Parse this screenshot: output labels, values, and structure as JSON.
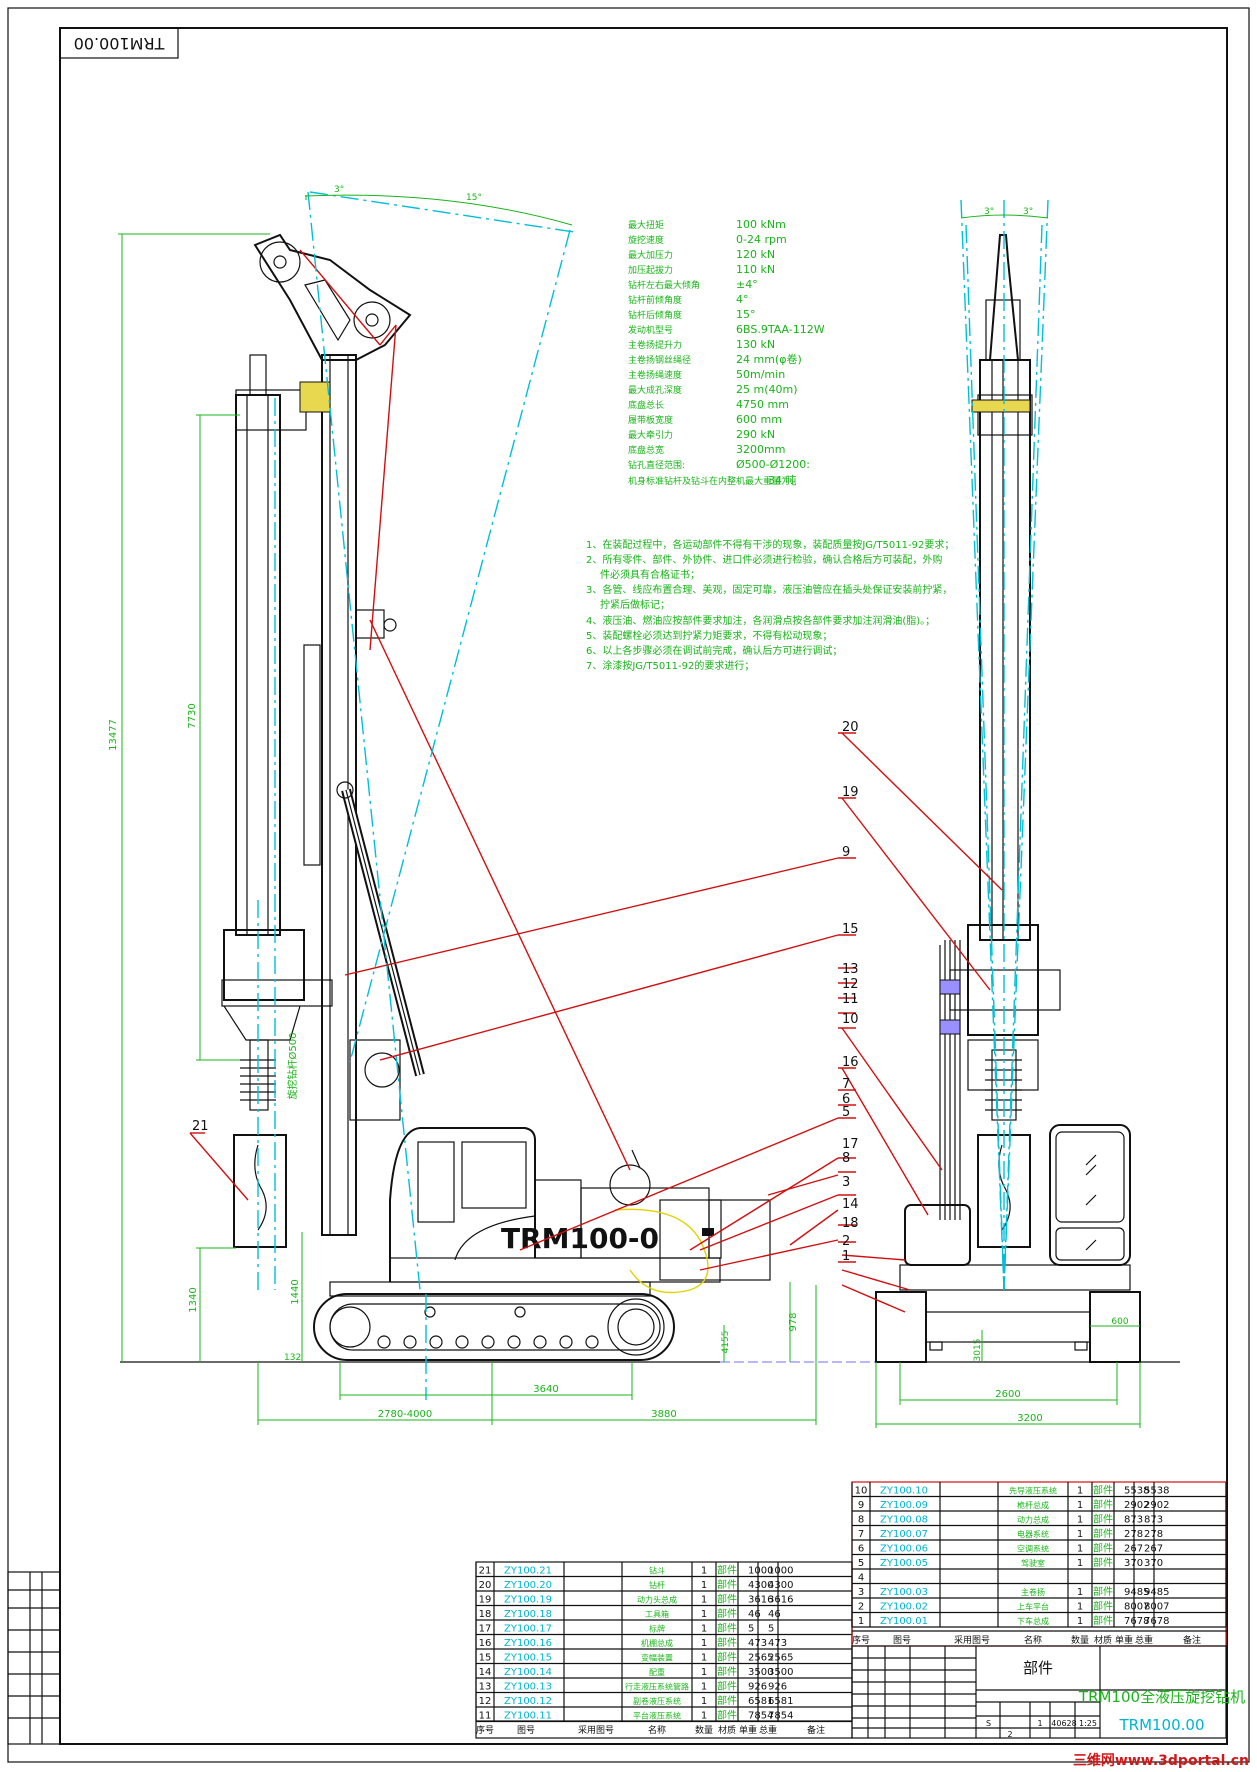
{
  "drawing_code_box": "TRM100.00",
  "specs": [
    {
      "label": "最大扭矩",
      "value": "100 kNm"
    },
    {
      "label": "旋挖速度",
      "value": "0-24 rpm"
    },
    {
      "label": "最大加压力",
      "value": "120 kN"
    },
    {
      "label": "加压起拔力",
      "value": "110 kN"
    },
    {
      "label": "钻杆左右最大倾角",
      "value": "±4°"
    },
    {
      "label": "钻杆前倾角度",
      "value": "4°"
    },
    {
      "label": "钻杆后倾角度",
      "value": "15°"
    },
    {
      "label": "发动机型号",
      "value": "6BS.9TAA-112W"
    },
    {
      "label": "主卷扬提升力",
      "value": "130 kN"
    },
    {
      "label": "主卷扬钢丝绳径",
      "value": "24 mm(φ卷)"
    },
    {
      "label": "主卷扬绳速度",
      "value": "50m/min"
    },
    {
      "label": "最大成孔深度",
      "value": "25 m(40m)"
    },
    {
      "label": "底盘总长",
      "value": "4750 mm"
    },
    {
      "label": "履带板宽度",
      "value": "600 mm"
    },
    {
      "label": "最大牵引力",
      "value": "290 kN"
    },
    {
      "label": "底盘总宽",
      "value": "3200mm"
    },
    {
      "label": "钻孔直径范围:",
      "value": "Ø500-Ø1200:"
    },
    {
      "label": "机身标准钻杆及钻斗在内整机最大重量为:",
      "value": "34 吨"
    }
  ],
  "notes": [
    "1、在装配过程中，各运动部件不得有干涉的现象，装配质量按JG/T5011-92要求；",
    "2、所有零件、部件、外协件、进口件必须进行检验，确认合格后方可装配，外购",
    "件必须具有合格证书；",
    "3、各管、线应布置合理、美观，固定可靠，液压油管应在插头处保证安装前拧紧，",
    "拧紧后做标记；",
    "4、液压油、燃油应按部件要求加注，各润滑点按各部件要求加注润滑油(脂)。；",
    "5、装配螺栓必须达到拧紧力矩要求，不得有松动现象；",
    "6、以上各步骤必须在调试前完成，确认后方可进行调试；",
    "7、涂漆按JG/T5011-92的要求进行；"
  ],
  "dimensions": {
    "overall_height": "13477",
    "mast_stroke": "7730",
    "kelly_dia": "旋挖钻杆Ø500",
    "bottom_left": "1340",
    "bottom_mid": "1440",
    "clearance": "132",
    "track_span": "3640",
    "tail_radius": "2780-4000",
    "rear_len": "3880",
    "counterweight_h": "978",
    "ground_clear": "4155",
    "track_gauge": "2600",
    "overall_width": "3200",
    "shoe_width": "600",
    "ground_clear2": "3015",
    "angle_front": "3°",
    "angle_back": "15°",
    "angle_side_l": "3°",
    "angle_side_r": "3°"
  },
  "machine_label": "TRM100-0",
  "callouts_side": [
    "9",
    "15",
    "21",
    "7",
    "6",
    "5",
    "17",
    "8",
    "3",
    "14",
    "18",
    "2",
    "1"
  ],
  "callouts_front": [
    "20",
    "19",
    "13",
    "12",
    "11",
    "10",
    "16",
    "7",
    "6",
    "5",
    "17",
    "8",
    "3",
    "14",
    "18",
    "2",
    "1"
  ],
  "bom_left": [
    {
      "no": "21",
      "code": "ZY100.21",
      "name": "钻斗",
      "qty": "1",
      "type": "部件",
      "w1": "1000",
      "w2": "1000"
    },
    {
      "no": "20",
      "code": "ZY100.20",
      "name": "钻杆",
      "qty": "1",
      "type": "部件",
      "w1": "4300",
      "w2": "4300"
    },
    {
      "no": "19",
      "code": "ZY100.19",
      "name": "动力头总成",
      "qty": "1",
      "type": "部件",
      "w1": "3616",
      "w2": "3616"
    },
    {
      "no": "18",
      "code": "ZY100.18",
      "name": "工具箱",
      "qty": "1",
      "type": "部件",
      "w1": "46",
      "w2": "46"
    },
    {
      "no": "17",
      "code": "ZY100.17",
      "name": "标牌",
      "qty": "1",
      "type": "部件",
      "w1": "5",
      "w2": "5"
    },
    {
      "no": "16",
      "code": "ZY100.16",
      "name": "机棚总成",
      "qty": "1",
      "type": "部件",
      "w1": "473",
      "w2": "473"
    },
    {
      "no": "15",
      "code": "ZY100.15",
      "name": "变幅装置",
      "qty": "1",
      "type": "部件",
      "w1": "2565",
      "w2": "2565"
    },
    {
      "no": "14",
      "code": "ZY100.14",
      "name": "配重",
      "qty": "1",
      "type": "部件",
      "w1": "3500",
      "w2": "3500"
    },
    {
      "no": "13",
      "code": "ZY100.13",
      "name": "行走液压系统管路",
      "qty": "1",
      "type": "部件",
      "w1": "926",
      "w2": "926"
    },
    {
      "no": "12",
      "code": "ZY100.12",
      "name": "副卷液压系统",
      "qty": "1",
      "type": "部件",
      "w1": "6581",
      "w2": "6581"
    },
    {
      "no": "11",
      "code": "ZY100.11",
      "name": "平台液压系统",
      "qty": "1",
      "type": "部件",
      "w1": "7854",
      "w2": "7854"
    }
  ],
  "bom_right": [
    {
      "no": "10",
      "code": "ZY100.10",
      "name": "先导液压系统",
      "qty": "1",
      "type": "部件",
      "w1": "5538",
      "w2": "5538"
    },
    {
      "no": "9",
      "code": "ZY100.09",
      "name": "桅杆总成",
      "qty": "1",
      "type": "部件",
      "w1": "2902",
      "w2": "2902"
    },
    {
      "no": "8",
      "code": "ZY100.08",
      "name": "动力总成",
      "qty": "1",
      "type": "部件",
      "w1": "873",
      "w2": "873"
    },
    {
      "no": "7",
      "code": "ZY100.07",
      "name": "电器系统",
      "qty": "1",
      "type": "部件",
      "w1": "278",
      "w2": "278"
    },
    {
      "no": "6",
      "code": "ZY100.06",
      "name": "空调系统",
      "qty": "1",
      "type": "部件",
      "w1": "267",
      "w2": "267"
    },
    {
      "no": "5",
      "code": "ZY100.05",
      "name": "驾驶室",
      "qty": "1",
      "type": "部件",
      "w1": "370",
      "w2": "370"
    },
    {
      "no": "4",
      "code": "",
      "name": "",
      "qty": "",
      "type": "",
      "w1": "",
      "w2": ""
    },
    {
      "no": "3",
      "code": "ZY100.03",
      "name": "主卷扬",
      "qty": "1",
      "type": "部件",
      "w1": "9485",
      "w2": "9485"
    },
    {
      "no": "2",
      "code": "ZY100.02",
      "name": "上车平台",
      "qty": "1",
      "type": "部件",
      "w1": "8007",
      "w2": "8007"
    },
    {
      "no": "1",
      "code": "ZY100.01",
      "name": "下车总成",
      "qty": "1",
      "type": "部件",
      "w1": "7678",
      "w2": "7678"
    }
  ],
  "bom_header": [
    "序号",
    "图号",
    "采用图号",
    "名称",
    "数量",
    "材质",
    "单重",
    "总重",
    "备注"
  ],
  "title_block": {
    "category": "部件",
    "title": "TRM100全液压旋挖钻机",
    "code": "TRM100.00",
    "scale": "1:25",
    "weight": "40628",
    "sheet_s": "S",
    "sheet_total": "1",
    "sheet_no": "2"
  },
  "watermark": "三维网www.3dportal.cn"
}
